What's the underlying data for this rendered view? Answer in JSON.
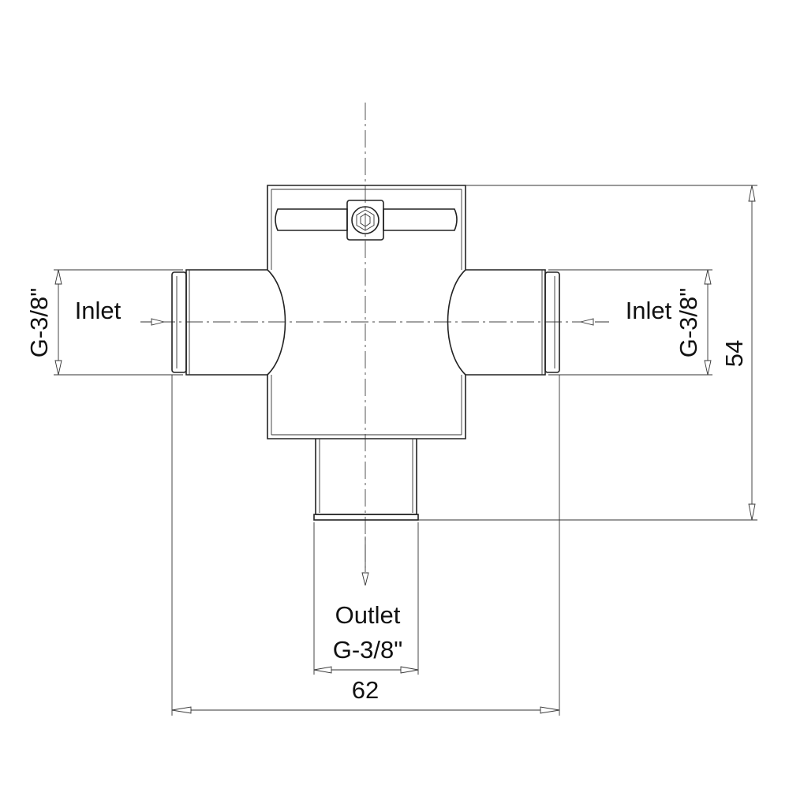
{
  "labels": {
    "inlet_left": "Inlet",
    "inlet_right": "Inlet",
    "outlet": "Outlet",
    "thread_left": "G-3/8\"",
    "thread_right": "G-3/8\"",
    "thread_outlet": "G-3/8\"",
    "dim_width": "62",
    "dim_height": "54"
  }
}
